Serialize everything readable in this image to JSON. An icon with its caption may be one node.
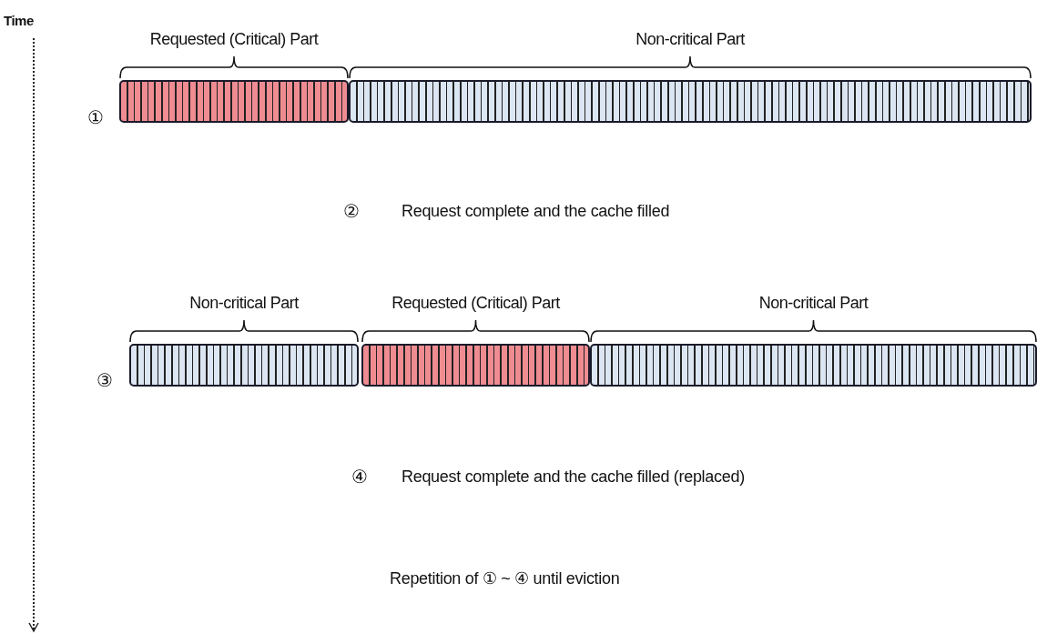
{
  "diagram": {
    "nodes": [
      {
        "text": [
          "Requested (Critical) Part"
        ]
      },
      {
        "text": [
          "Non-critical Part"
        ]
      },
      {
        "text": [
          "Non-critical Part"
        ]
      },
      {
        "text": [
          "Requested (Critical) Part"
        ]
      },
      {
        "text": [
          "Non-critical Part"
        ]
      }
    ],
    "labels": [
      "Time",
      "①",
      "②",
      "Request complete and the cache filled",
      "③",
      "④",
      "Request complete and the cache filled (replaced)",
      "Repetition of ① ~ ④ until eviction"
    ]
  }
}
